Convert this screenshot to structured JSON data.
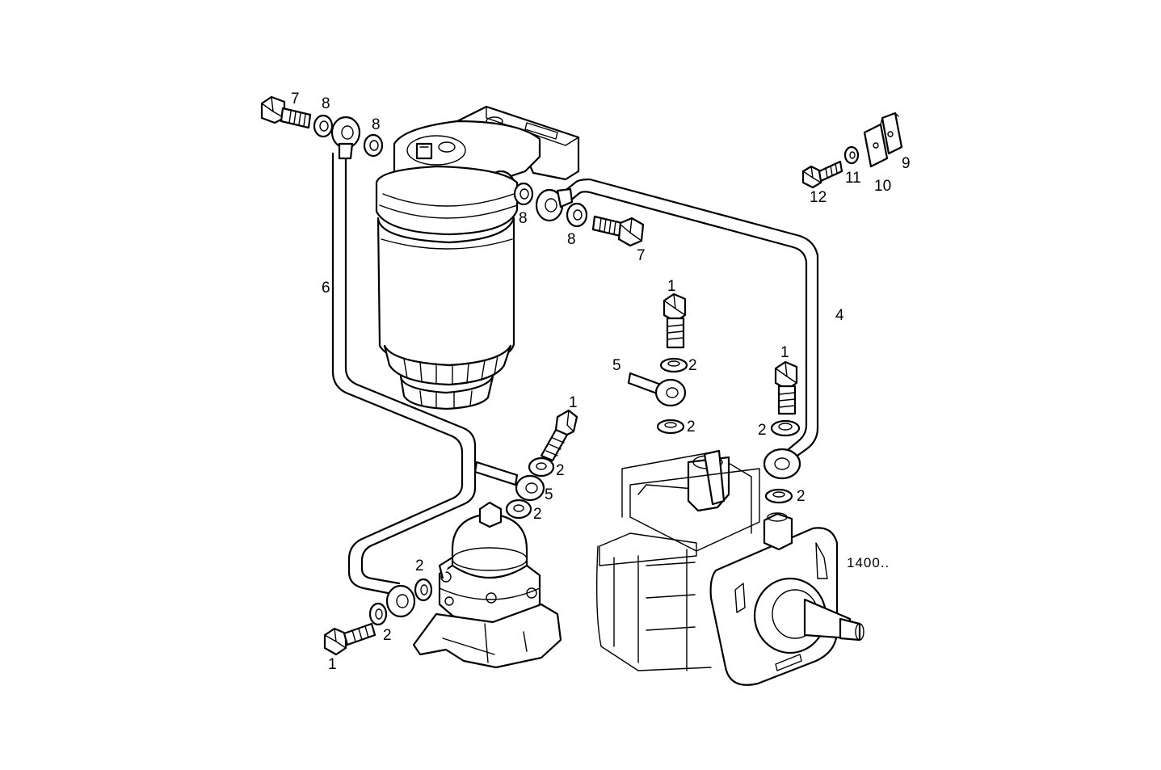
{
  "diagram": {
    "reference_code": "1400..",
    "callouts": {
      "c1": "1",
      "c2": "2",
      "c4": "4",
      "c5": "5",
      "c6": "6",
      "c7": "7",
      "c8": "8",
      "c9": "9",
      "c10": "10",
      "c11": "11",
      "c12": "12"
    }
  }
}
